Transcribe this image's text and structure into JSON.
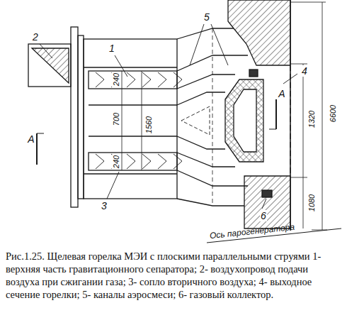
{
  "diagram": {
    "caption": "Рис.1.25. Щелевая горелка МЭИ с плоскими параллельными струями 1- верхняя часть гравитационного сепаратора; 2- воздухопровод подачи воздуха при сжигании газа; 3- сопло вторичного воздуха; 4- выходное сечение горелки; 5- каналы аэросмеси; 6- газовый коллектор.",
    "labels": [
      "1",
      "2",
      "3",
      "4",
      "5",
      "6",
      "240",
      "700",
      "1560",
      "240",
      "1320",
      "1080",
      "6600",
      "А",
      "А",
      "Ось парогенератора"
    ]
  }
}
